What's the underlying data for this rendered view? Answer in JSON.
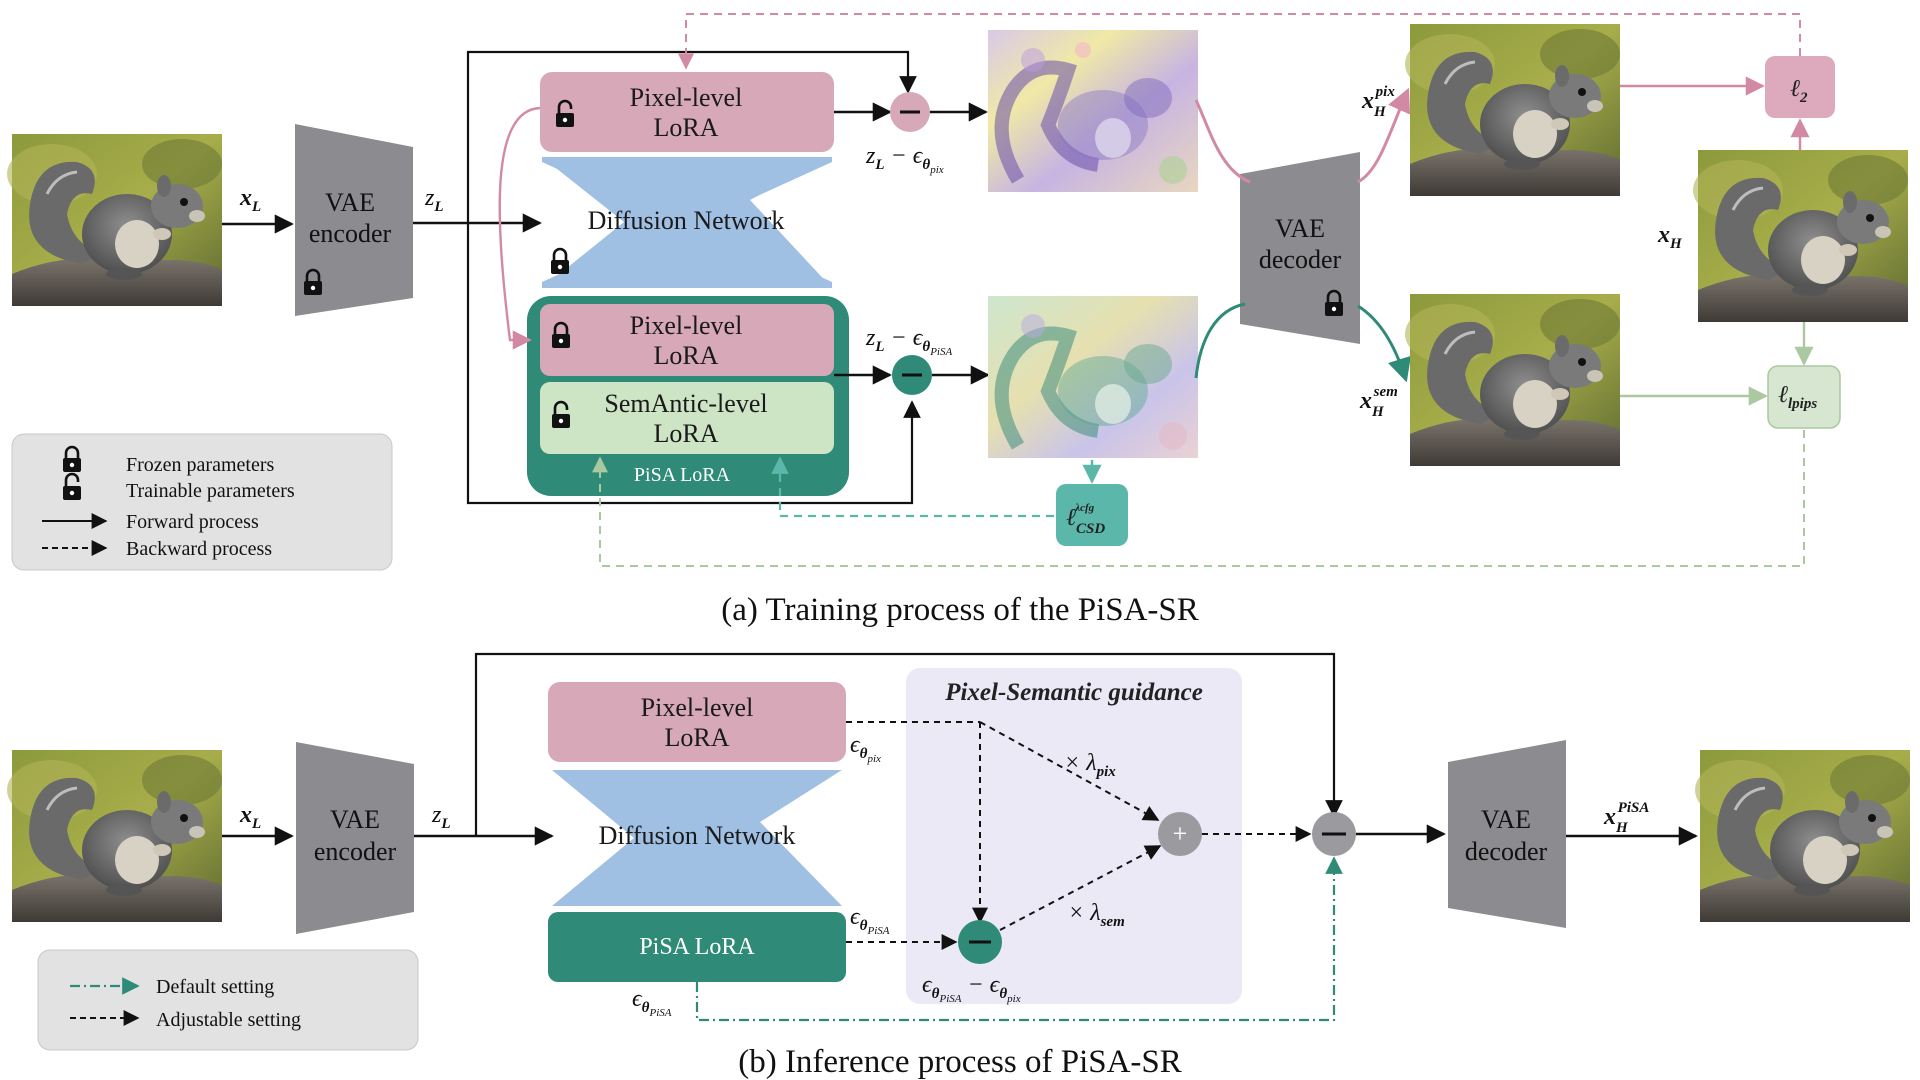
{
  "training": {
    "caption": "(a) Training process of the PiSA-SR",
    "vae_encoder": [
      "VAE",
      "encoder"
    ],
    "vae_decoder": [
      "VAE",
      "decoder"
    ],
    "pixel_lora": [
      "Pixel-level",
      "LoRA"
    ],
    "diffusion_network": "Diffusion Network",
    "semantic_lora": [
      "SemAntic-level",
      "LoRA"
    ],
    "pisa_lora_label": "PiSA LoRA",
    "x_L": "x",
    "x_L_sub": "L",
    "z_L": "z",
    "z_L_sub": "L",
    "z_minus_pix": "z",
    "z_minus_pix_sub": "L",
    "eps": "ϵ",
    "theta_pix_sub": "θ",
    "theta_pix_subsub": "pix",
    "theta_pisa_subsub": "PiSA",
    "x_H_pix": "x",
    "x_H_pix_sub": "H",
    "x_H_pix_sup": "pix",
    "x_H_sem": "x",
    "x_H_sem_sub": "H",
    "x_H_sem_sup": "sem",
    "x_H": "x",
    "x_H_sub": "H",
    "loss_l2": "ℓ",
    "loss_l2_sub": "2",
    "loss_lpips": "ℓ",
    "loss_lpips_sub": "lpips",
    "loss_csd": "ℓ",
    "loss_csd_sub": "CSD",
    "loss_csd_sup": "λcfg"
  },
  "legend_training": {
    "frozen": "Frozen parameters",
    "trainable": "Trainable parameters",
    "forward": "Forward process",
    "backward": "Backward process"
  },
  "inference": {
    "caption": "(b) Inference process of PiSA-SR",
    "vae_encoder": [
      "VAE",
      "encoder"
    ],
    "vae_decoder": [
      "VAE",
      "decoder"
    ],
    "pixel_lora": [
      "Pixel-level",
      "LoRA"
    ],
    "diffusion_network": "Diffusion Network",
    "pisa_lora": "PiSA LoRA",
    "guidance_title": "Pixel-Semantic guidance",
    "times_pix": "× λ",
    "times_pix_sub": "pix",
    "times_sem": "× λ",
    "times_sem_sub": "sem",
    "plus": "+",
    "minus": "−",
    "x_H_pisa": "x",
    "x_H_pisa_sub": "H",
    "x_H_pisa_sup": "PiSA"
  },
  "legend_inference": {
    "default": "Default setting",
    "adjustable": "Adjustable setting"
  },
  "colors": {
    "pink": "#d6a8b8",
    "blue": "#9fbfe3",
    "teal": "#2f8a78",
    "light_green": "#cde5c4",
    "gray_box": "#8c8c90",
    "legend_bg": "#e2e2e2",
    "guidance_bg": "#ebe9f6",
    "loss_teal": "#5bb7aa",
    "loss_lpips": "#d7e6d0",
    "loss_l2": "#dcaabc"
  },
  "icons": [
    "lock-icon",
    "unlock-icon",
    "squirrel-photo",
    "noise-map"
  ]
}
